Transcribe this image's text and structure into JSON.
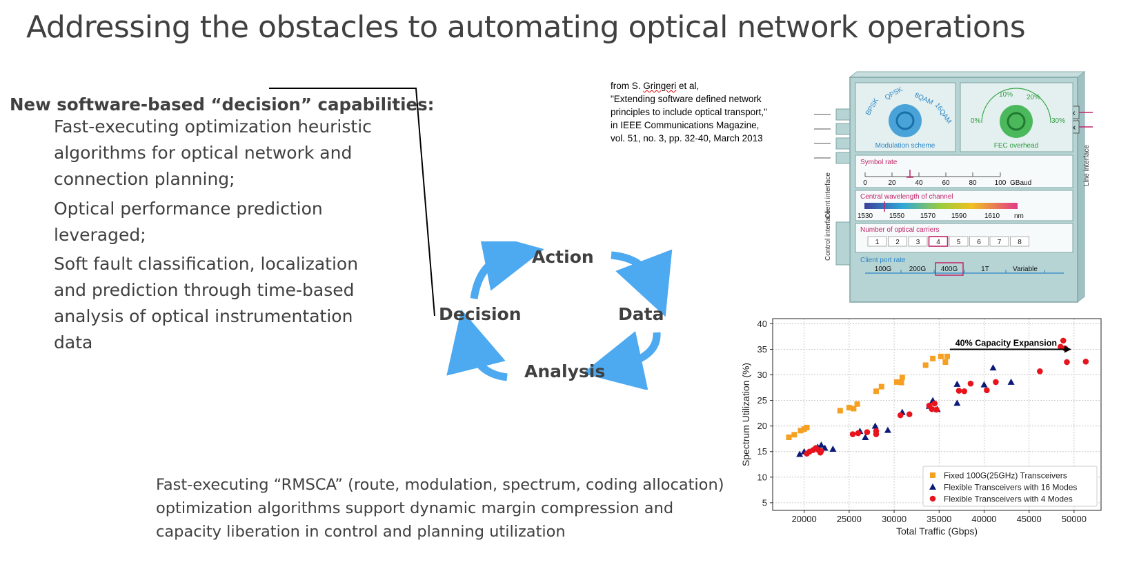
{
  "title": "Addressing the obstacles to automating optical network operations",
  "left_panel": {
    "heading": "New software-based “decision” capabilities:",
    "items": [
      {
        "lines": [
          "Fast-executing optimization heuristic",
          "algorithms for optical network and",
          "connection planning;"
        ]
      },
      {
        "lines": [
          "Optical performance prediction",
          "leveraged;"
        ]
      },
      {
        "lines": [
          "Soft fault classification, localization",
          "and prediction through time-based",
          "analysis of optical instrumentation",
          "data"
        ]
      }
    ]
  },
  "cycle": {
    "action": "Action",
    "data": "Data",
    "analysis": "Analysis",
    "decision": "Decision",
    "arrow_color": "#4da9f0"
  },
  "citation": {
    "line1_prefix": "from S. ",
    "line1_name": "Gringeri",
    "line1_suffix": " et al,",
    "line2": "\"Extending software defined network",
    "line3": "principles to include optical transport,\"",
    "line4": "in IEEE Communications Magazine,",
    "line5": "vol. 51, no. 3, pp. 32-40, March 2013"
  },
  "transceiver": {
    "modulation_options": [
      "BPSK",
      "QPSK",
      "8QAM",
      "16QAM"
    ],
    "modulation_label": "Modulation scheme",
    "fec_label": "FEC overhead",
    "fec_ticks": [
      "0%",
      "10%",
      "20%",
      "30%"
    ],
    "symbol_rate_label": "Symbol rate",
    "symbol_rate_ticks": [
      "0",
      "20",
      "40",
      "60",
      "80",
      "100"
    ],
    "symbol_rate_unit": "GBaud",
    "wavelength_label": "Central wavelength of channel",
    "wavelength_ticks": [
      "1530",
      "1550",
      "1570",
      "1590",
      "1610"
    ],
    "wavelength_unit": "nm",
    "carriers_label": "Number of optical carriers",
    "carriers": [
      "1",
      "2",
      "3",
      "4",
      "5",
      "6",
      "7",
      "8"
    ],
    "carriers_selected": "4",
    "client_port_label": "Client port rate",
    "client_ports": [
      "100G",
      "200G",
      "400G",
      "1T",
      "Variable"
    ],
    "client_port_selected": "400G",
    "client_interface_label": "Client interface",
    "control_interface_label": "Control interface",
    "line_interface_label": "Line interface",
    "tx": "Tx",
    "rx": "Rx"
  },
  "chart_data": {
    "type": "scatter",
    "title": "",
    "xlabel": "Total Traffic (Gbps)",
    "ylabel": "Spectrum Utilization (%)",
    "xlim": [
      16500,
      53000
    ],
    "ylim": [
      3.5,
      41
    ],
    "xticks": [
      "20000",
      "25000",
      "30000",
      "35000",
      "40000",
      "45000",
      "50000"
    ],
    "yticks": [
      "5",
      "10",
      "15",
      "20",
      "25",
      "30",
      "35",
      "40"
    ],
    "grid": true,
    "legend_position": "bottom-right",
    "annotation": "40% Capacity Expansion",
    "series": [
      {
        "name": "Fixed 100G(25GHz) Transceivers",
        "marker": "square",
        "color": "#f5a023",
        "points": [
          [
            18300,
            17.8
          ],
          [
            18900,
            18.3
          ],
          [
            19600,
            19.1
          ],
          [
            20000,
            19.4
          ],
          [
            20300,
            19.7
          ],
          [
            24000,
            23.0
          ],
          [
            25000,
            23.6
          ],
          [
            25500,
            23.4
          ],
          [
            25900,
            24.3
          ],
          [
            28000,
            26.8
          ],
          [
            28600,
            27.7
          ],
          [
            30300,
            28.6
          ],
          [
            30800,
            28.5
          ],
          [
            30900,
            29.5
          ],
          [
            33500,
            31.9
          ],
          [
            34300,
            33.2
          ],
          [
            35200,
            33.6
          ],
          [
            35900,
            33.6
          ],
          [
            35700,
            32.5
          ]
        ]
      },
      {
        "name": "Flexible Transceivers with 16 Modes",
        "marker": "triangle",
        "color": "#0b1a78",
        "points": [
          [
            19500,
            14.5
          ],
          [
            20000,
            15.0
          ],
          [
            21500,
            15.9
          ],
          [
            21900,
            16.3
          ],
          [
            22300,
            15.7
          ],
          [
            23200,
            15.5
          ],
          [
            26200,
            19.0
          ],
          [
            26800,
            17.8
          ],
          [
            27900,
            20.0
          ],
          [
            29300,
            19.2
          ],
          [
            30900,
            22.7
          ],
          [
            33900,
            23.9
          ],
          [
            34300,
            25.0
          ],
          [
            34800,
            23.3
          ],
          [
            37000,
            28.2
          ],
          [
            37000,
            24.5
          ],
          [
            40000,
            28.1
          ],
          [
            41000,
            31.4
          ],
          [
            43000,
            28.6
          ]
        ]
      },
      {
        "name": "Flexible Transceivers with 4 Modes",
        "marker": "circle",
        "color": "#e8141d",
        "points": [
          [
            20300,
            14.6
          ],
          [
            20600,
            15.0
          ],
          [
            21000,
            15.3
          ],
          [
            21300,
            15.7
          ],
          [
            21600,
            15.3
          ],
          [
            21900,
            15.1
          ],
          [
            21800,
            14.8
          ],
          [
            25400,
            18.4
          ],
          [
            26000,
            18.6
          ],
          [
            27000,
            18.8
          ],
          [
            28000,
            18.4
          ],
          [
            28000,
            19.0
          ],
          [
            30700,
            22.1
          ],
          [
            31700,
            22.3
          ],
          [
            33900,
            24.0
          ],
          [
            34200,
            23.3
          ],
          [
            34500,
            24.4
          ],
          [
            34700,
            23.2
          ],
          [
            37200,
            26.9
          ],
          [
            37800,
            26.8
          ],
          [
            38500,
            28.3
          ],
          [
            40300,
            27.0
          ],
          [
            41300,
            28.6
          ],
          [
            46200,
            30.7
          ],
          [
            48500,
            35.5
          ],
          [
            48800,
            36.7
          ],
          [
            49000,
            35.2
          ],
          [
            49200,
            32.5
          ],
          [
            51300,
            32.6
          ]
        ]
      }
    ]
  }
}
